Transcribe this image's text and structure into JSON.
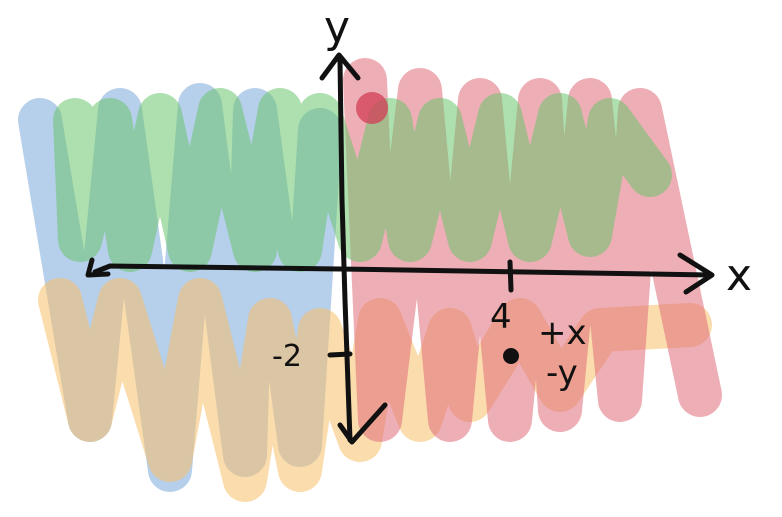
{
  "labels": {
    "y_axis": "y",
    "x_axis": "x",
    "tick_x": "4",
    "tick_y": "-2",
    "ineq_1": "+x",
    "ineq_2": "-y"
  },
  "regions": [
    {
      "name": "blue-region",
      "color": "#7aa7d9"
    },
    {
      "name": "green-region",
      "color": "#6cc46e"
    },
    {
      "name": "red-region",
      "color": "#e06c78"
    },
    {
      "name": "orange-region",
      "color": "#f7c06a"
    }
  ],
  "colors": {
    "ink": "#111111",
    "point": "#d13c55"
  }
}
